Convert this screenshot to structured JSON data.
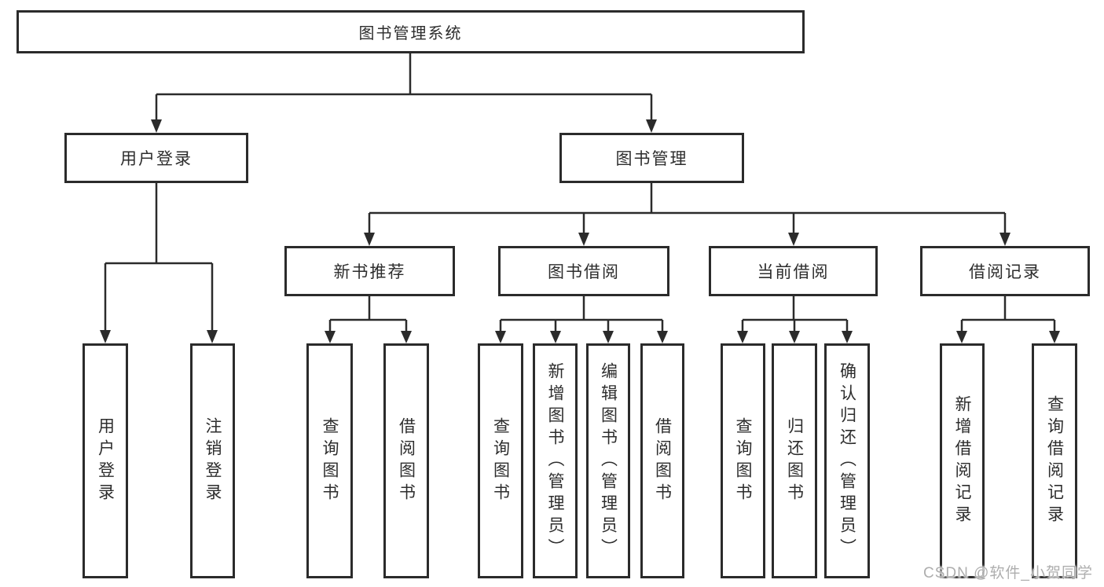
{
  "tree": {
    "label": "图书管理系统",
    "children": [
      {
        "label": "用户登录",
        "children": [
          {
            "label": "用户登录"
          },
          {
            "label": "注销登录"
          }
        ]
      },
      {
        "label": "图书管理",
        "children": [
          {
            "label": "新书推荐",
            "children": [
              {
                "label": "查询图书"
              },
              {
                "label": "借阅图书"
              }
            ]
          },
          {
            "label": "图书借阅",
            "children": [
              {
                "label": "查询图书"
              },
              {
                "label": "新增图书（管理员）"
              },
              {
                "label": "编辑图书（管理员）"
              },
              {
                "label": "借阅图书"
              }
            ]
          },
          {
            "label": "当前借阅",
            "children": [
              {
                "label": "查询图书"
              },
              {
                "label": "归还图书"
              },
              {
                "label": "确认归还（管理员）"
              }
            ]
          },
          {
            "label": "借阅记录",
            "children": [
              {
                "label": "新增借阅记录"
              },
              {
                "label": "查询借阅记录"
              }
            ]
          }
        ]
      }
    ]
  },
  "watermark": "CSDN @软件_小贺同学",
  "colors": {
    "line": "#2b2b2b",
    "box_border": "#2b2b2b",
    "text": "#2d2d2d",
    "watermark": "#aeaeae",
    "background": "#ffffff"
  }
}
